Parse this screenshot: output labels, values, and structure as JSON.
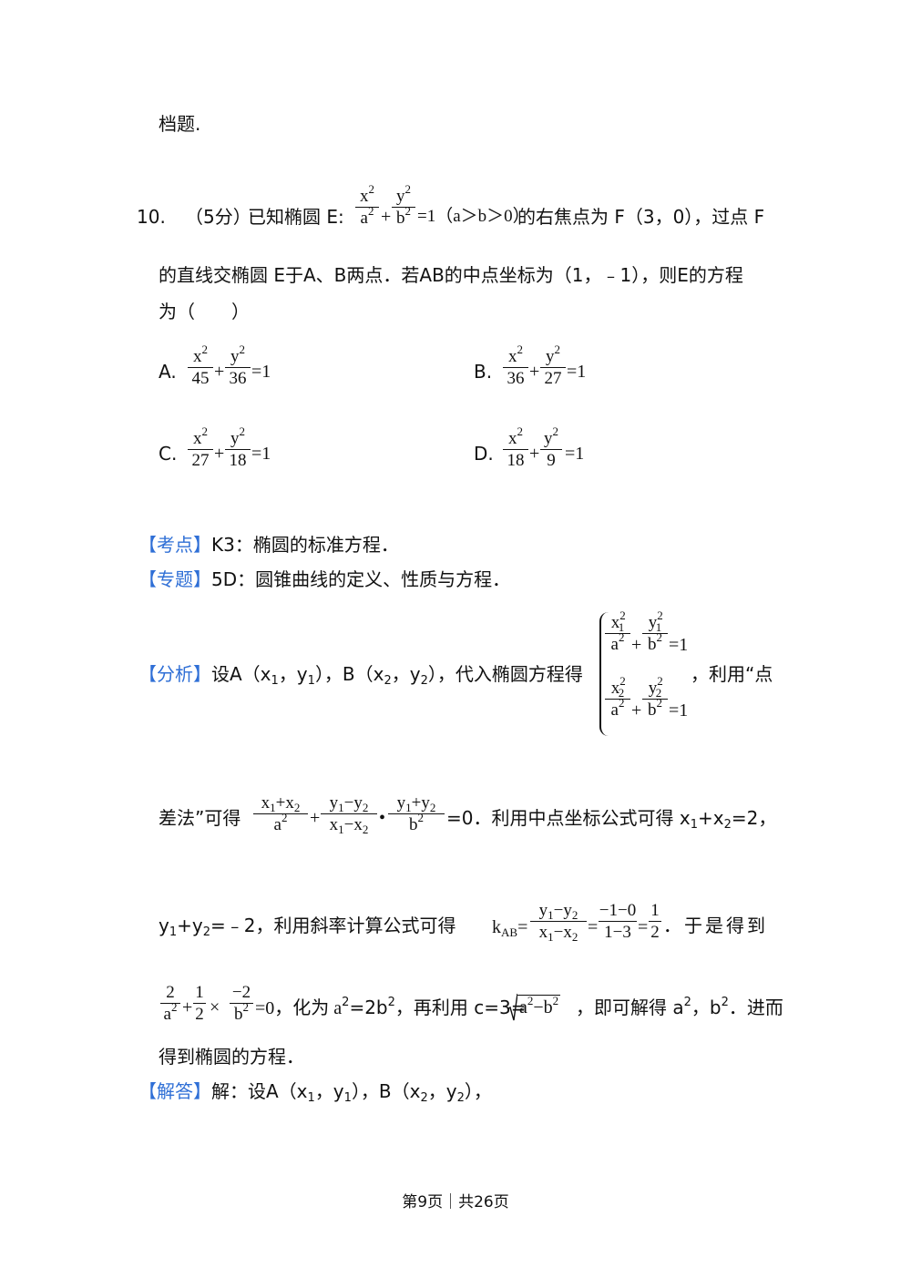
{
  "top": {
    "text": "档题."
  },
  "question": {
    "number": "10.",
    "score": "（5分）",
    "stem_part1": "已知椭圆 E:",
    "stem_cond": "=1（a＞b＞0）",
    "stem_part2": "的右焦点为 F（3，0），过点 F",
    "line2": "的直线交椭圆 E于A、B两点．若AB的中点坐标为（1，﹣1），则E的方程",
    "line3": "为（　　）",
    "options": [
      {
        "label": "A.",
        "num1": "x",
        "den1": "45",
        "num2": "y",
        "den2": "36",
        "tail": "=1"
      },
      {
        "label": "B.",
        "num1": "x",
        "den1": "36",
        "num2": "y",
        "den2": "27",
        "tail": "=1"
      },
      {
        "label": "C.",
        "num1": "x",
        "den1": "27",
        "num2": "y",
        "den2": "18",
        "tail": "=1"
      },
      {
        "label": "D.",
        "num1": "x",
        "den1": "18",
        "num2": "y",
        "den2": "9",
        "tail": "=1"
      }
    ],
    "sq": "2",
    "frac_a2": "a",
    "frac_b2": "b"
  },
  "kaodian": {
    "tag": "【考点】",
    "text": "K3：椭圆的标准方程．"
  },
  "zhuanti": {
    "tag": "【专题】",
    "text": "5D：圆锥曲线的定义、性质与方程．"
  },
  "fenxi": {
    "tag": "【分析】",
    "text1": "设A（x",
    "text1b": "，y",
    "text1c": "），B（x",
    "text1d": "，y",
    "text1e": "），代入椭圆方程得",
    "sys_eq": "=1",
    "text2": "，利用“点",
    "line2_a": "差法”可得",
    "line2_b": "=0．利用中点坐标公式可得 x",
    "line2_c": "+x",
    "line2_d": "=2，",
    "line3_a": "y",
    "line3_b": "+y",
    "line3_c": "=﹣2，利用斜率计算公式可得",
    "kab": "k",
    "kab_sub": "AB",
    "slope1_num": "y",
    "slope1_num2": "−y",
    "slope1_den": "x",
    "slope1_den2": "−x",
    "slope2_num": "−1−0",
    "slope2_den": "1−3",
    "half_num": "1",
    "half_den": "2",
    "line3_d": "．于是得到",
    "line4_eq": "=0，化为 a",
    "line4_b": "=2b",
    "line4_c": "，再利用 c=3=",
    "sqrt_body": "a",
    "sqrt_minus": "−b",
    "line4_d": "，即可解得 a",
    "line4_e": "，b",
    "line4_f": "．进而",
    "line5": "得到椭圆的方程．",
    "frac_two": "2",
    "frac_one": "1",
    "frac_neg2": "−2",
    "times": "×"
  },
  "jieda": {
    "tag": "【解答】",
    "text": "解：设A（x",
    "b": "，y",
    "c": "），B（x",
    "d": "，y",
    "e": "），"
  },
  "footer": {
    "text": "第9页｜共26页"
  },
  "subs": {
    "one": "1",
    "two": "2"
  }
}
